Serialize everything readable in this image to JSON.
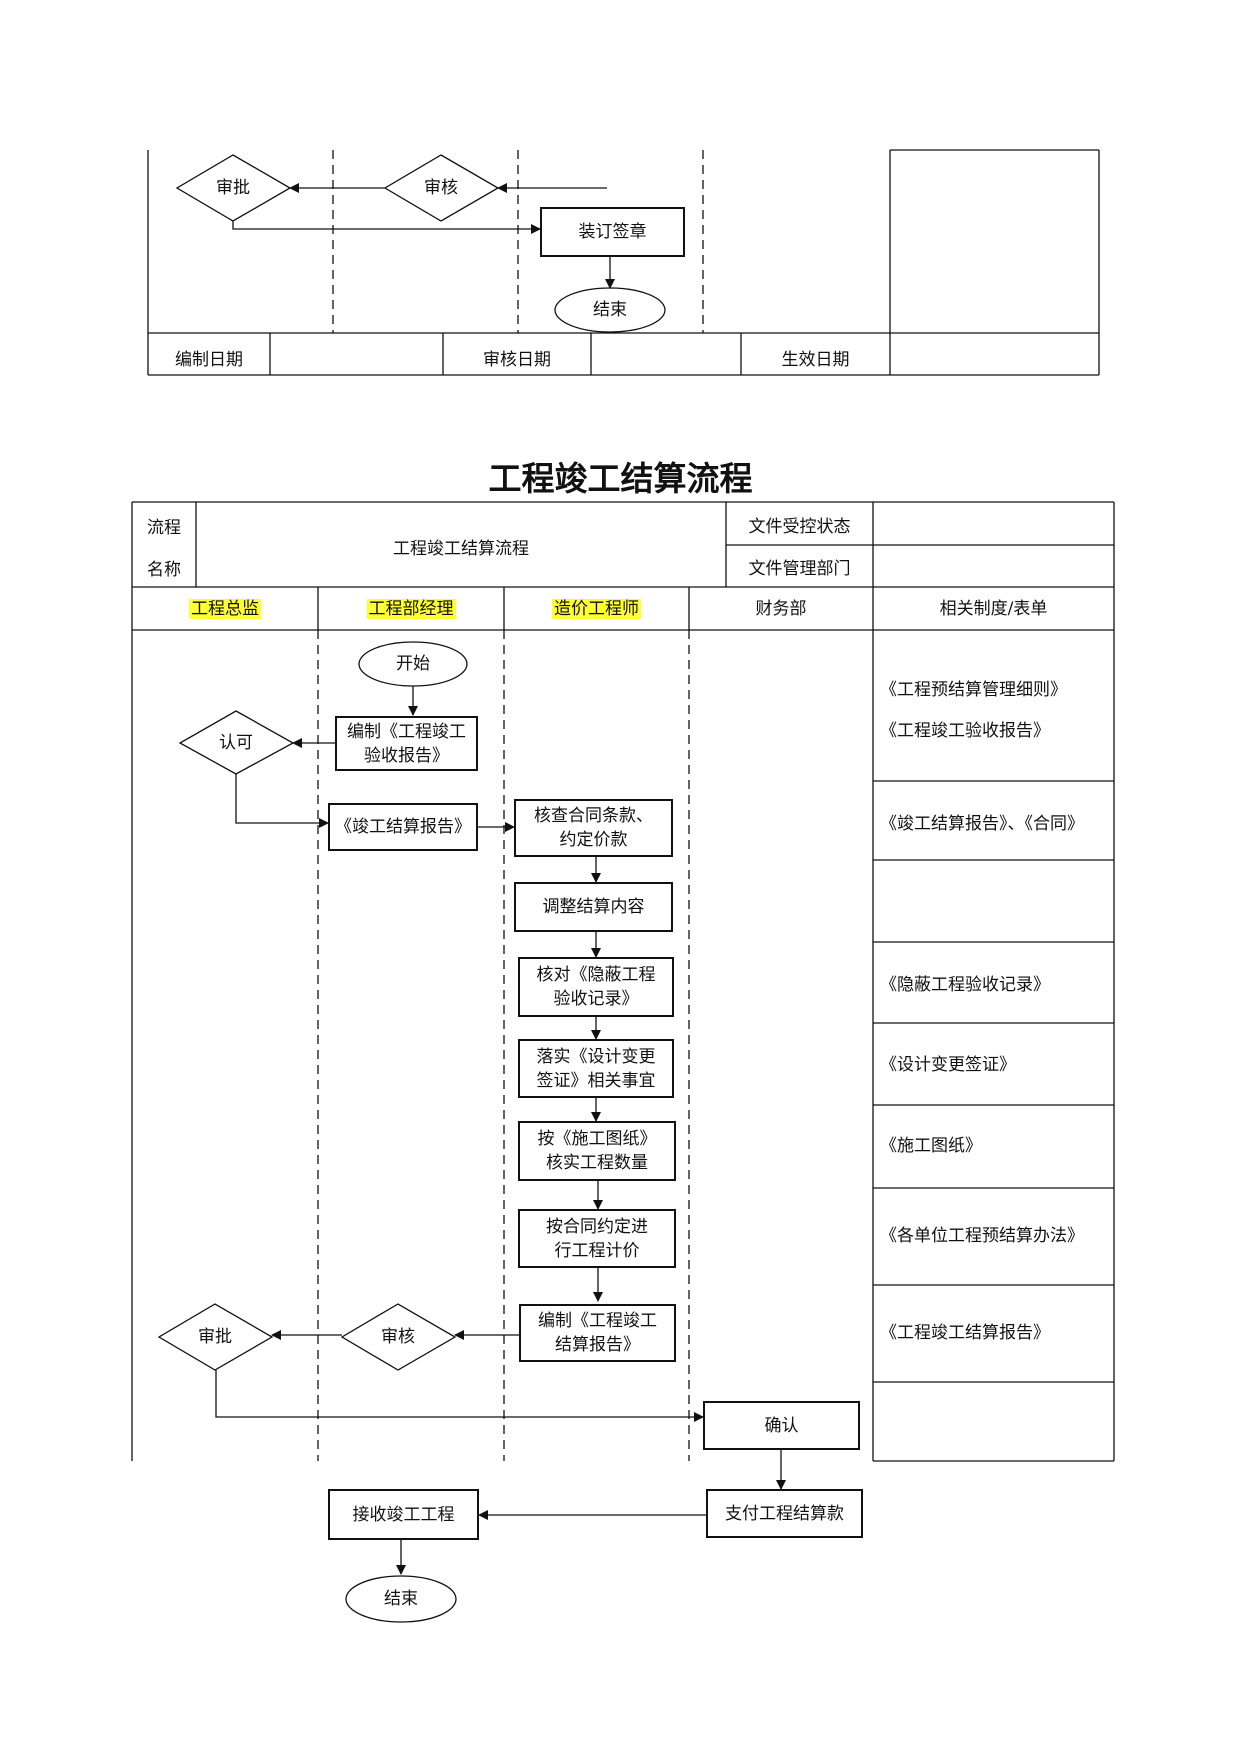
{
  "top": {
    "approve": "审批",
    "review": "审核",
    "bind_seal": "装订签章",
    "end": "结束",
    "footer": {
      "compile_date": "编制日期",
      "review_date": "审核日期",
      "effective_date": "生效日期"
    }
  },
  "title": "工程竣工结算流程",
  "header": {
    "process_label_1": "流程",
    "process_label_2": "名称",
    "process_name": "工程竣工结算流程",
    "doc_control": "文件受控状态",
    "doc_dept": "文件管理部门"
  },
  "lanes": {
    "director": "工程总监",
    "manager": "工程部经理",
    "cost_engineer": "造价工程师",
    "finance": "财务部",
    "forms": "相关制度/表单"
  },
  "flow": {
    "start": "开始",
    "compile_report_l1": "编制《工程竣工",
    "compile_report_l2": "验收报告》",
    "recognize": "认可",
    "settlement_report": "《竣工结算报告》",
    "check_contract_l1": "核查合同条款、",
    "check_contract_l2": "约定价款",
    "adjust": "调整结算内容",
    "verify_hidden_l1": "核对《隐蔽工程",
    "verify_hidden_l2": "验收记录》",
    "design_change_l1": "落实《设计变更",
    "design_change_l2": "签证》相关事宜",
    "drawings_l1": "按《施工图纸》",
    "drawings_l2": "核实工程数量",
    "pricing_l1": "按合同约定进",
    "pricing_l2": "行工程计价",
    "compile_settle_l1": "编制《工程竣工",
    "compile_settle_l2": "结算报告》",
    "approve": "审批",
    "review": "审核",
    "confirm": "确认",
    "pay": "支付工程结算款",
    "receive": "接收竣工工程",
    "end": "结束"
  },
  "forms": [
    "《工程预结算管理细则》",
    "《工程竣工验收报告》",
    "《竣工结算报告》、《合同》",
    "《隐蔽工程验收记录》",
    "《设计变更签证》",
    "《施工图纸》",
    "《各单位工程预结算办法》",
    "《工程竣工结算报告》"
  ],
  "colors": {
    "highlight": "#ffff33",
    "line": "#111111"
  }
}
